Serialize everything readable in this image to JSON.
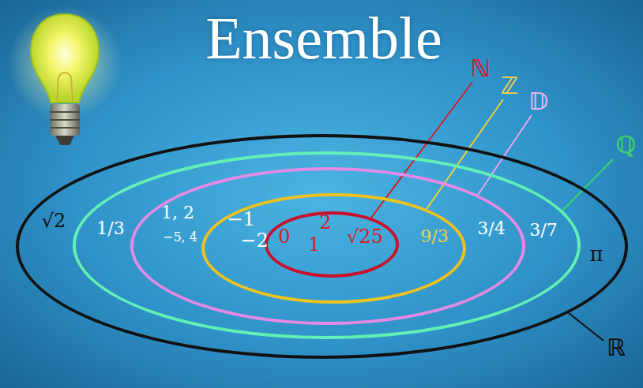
{
  "diagram": {
    "title": "Ensemble",
    "nodes": [
      {
        "text": [
          "ℝ",
          "√2",
          "π"
        ]
      },
      {
        "text": [
          "ℚ",
          "1/3",
          "3/7"
        ],
        "in": 0
      },
      {
        "text": [
          "𝔻",
          "1, 2",
          "−5, 4",
          "3/4"
        ],
        "in": 1
      },
      {
        "text": [
          "ℤ",
          "−1",
          "−2",
          "9/3"
        ],
        "in": 2
      },
      {
        "text": [
          "ℕ",
          "2",
          "0",
          "1",
          "√25"
        ],
        "in": 3
      }
    ]
  }
}
